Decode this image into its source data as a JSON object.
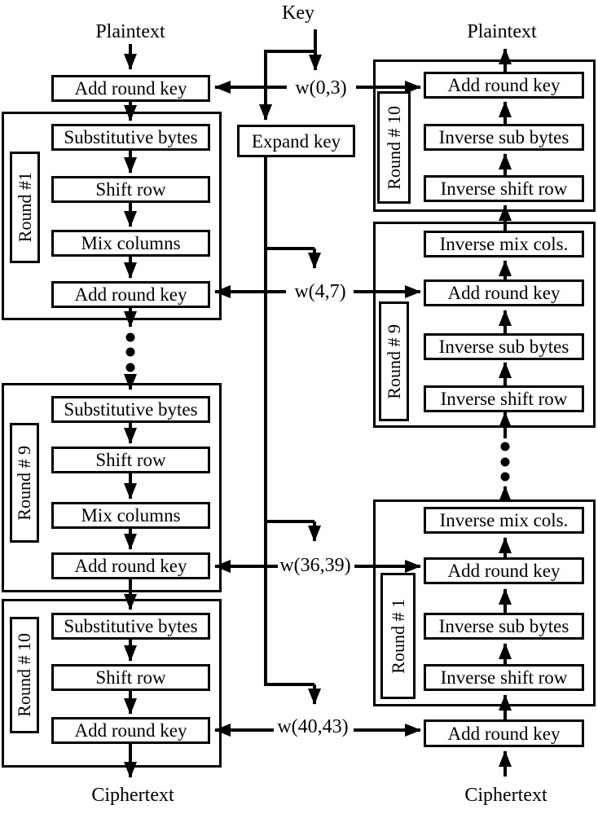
{
  "colors": {
    "ink": "#000000",
    "paper": "#ffffff"
  },
  "encryption": {
    "input": "Plaintext",
    "initial_step": "Add round key",
    "rounds": [
      {
        "label": "Round #1",
        "steps": [
          "Substitutive bytes",
          "Shift row",
          "Mix columns",
          "Add round key"
        ]
      },
      {
        "label": "Round # 9",
        "steps": [
          "Substitutive bytes",
          "Shift row",
          "Mix columns",
          "Add round key"
        ]
      },
      {
        "label": "Round # 10",
        "steps": [
          "Substitutive bytes",
          "Shift row",
          "Add round key"
        ]
      }
    ],
    "output": "Ciphertext"
  },
  "key_schedule": {
    "key": "Key",
    "expand": "Expand key",
    "words": [
      "w(0,3)",
      "w(4,7)",
      "w(36,39)",
      "w(40,43)"
    ]
  },
  "decryption": {
    "output": "Plaintext",
    "rounds": [
      {
        "label": "Round # 10",
        "steps": [
          "Add round key",
          "Inverse sub bytes",
          "Inverse shift row"
        ]
      },
      {
        "label": "Round # 9",
        "steps": [
          "Inverse mix cols.",
          "Add round key",
          "Inverse sub bytes",
          "Inverse shift row"
        ]
      },
      {
        "label": "Round # 1",
        "steps": [
          "Inverse mix cols.",
          "Add round key",
          "Inverse sub bytes",
          "Inverse shift row"
        ]
      }
    ],
    "final_step": "Add round key",
    "input": "Ciphertext"
  }
}
